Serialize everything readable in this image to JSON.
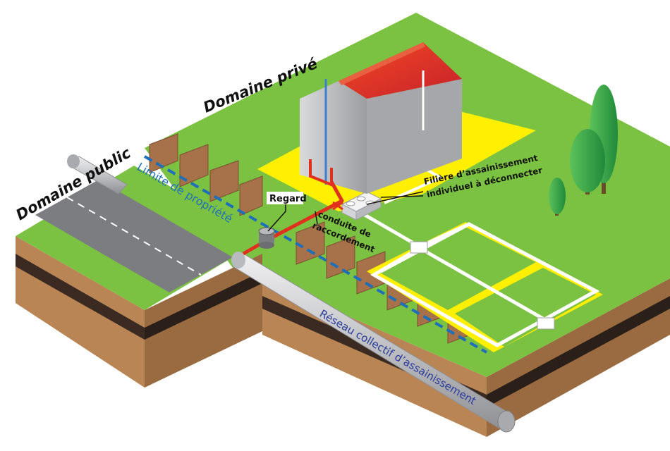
{
  "labels": {
    "domaine_public": "Domaine public",
    "domaine_prive": "Domaine privé",
    "limite": "Limite de propriété",
    "regard": "Regard",
    "conduite_line1": "conduite de",
    "conduite_line2": "raccordement",
    "filiere_line1": "Filière d’assainissement",
    "filiere_line2": "individuel à déconnecter",
    "reseau": "Réseau collectif d’assainissement"
  },
  "colors": {
    "grass": "#7cc242",
    "grass_dark": "#5fa532",
    "soil": "#b98555",
    "soil_dark": "#8c5e35",
    "soil_band": "#3a2a22",
    "road": "#7b7d80",
    "roof": "#e5402a",
    "wall": "#b8b9bc",
    "yellow": "#ffef00",
    "pipe_red": "#e0301e",
    "pipe_grey": "#c9cacd",
    "limit_blue": "#1f6fb8",
    "tree": "#3aa447"
  }
}
